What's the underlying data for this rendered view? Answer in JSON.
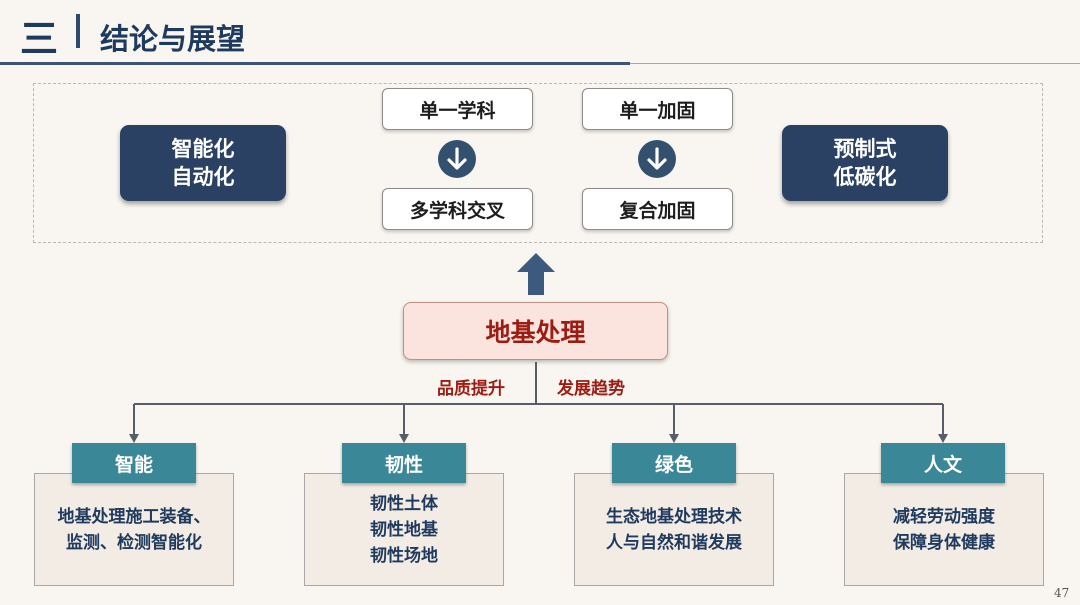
{
  "header": {
    "section_number": "三",
    "title": "结论与展望"
  },
  "top_panel": {
    "left_box_lines": [
      "智能化",
      "自动化"
    ],
    "right_box_lines": [
      "预制式",
      "低碳化"
    ],
    "col1": {
      "from": "单一学科",
      "to": "多学科交叉"
    },
    "col2": {
      "from": "单一加固",
      "to": "复合加固"
    }
  },
  "core": {
    "title": "地基处理",
    "label_left": "品质提升",
    "label_right": "发展趋势"
  },
  "categories": [
    {
      "tab": "智能",
      "lines": [
        "地基处理施工装备、",
        "监测、检测智能化"
      ]
    },
    {
      "tab": "韧性",
      "lines": [
        "韧性土体",
        "韧性地基",
        "韧性场地"
      ]
    },
    {
      "tab": "绿色",
      "lines": [
        "生态地基处理技术",
        "人与自然和谐发展"
      ]
    },
    {
      "tab": "人文",
      "lines": [
        "减轻劳动强度",
        "保障身体健康"
      ]
    }
  ],
  "page_number": "47",
  "colors": {
    "navy": "#2a4163",
    "teal": "#3a8797",
    "core_red": "#9c1c12",
    "core_fill": "#fbe4de",
    "panel_fill": "#f3ece4",
    "background": "#f9f6f1"
  }
}
